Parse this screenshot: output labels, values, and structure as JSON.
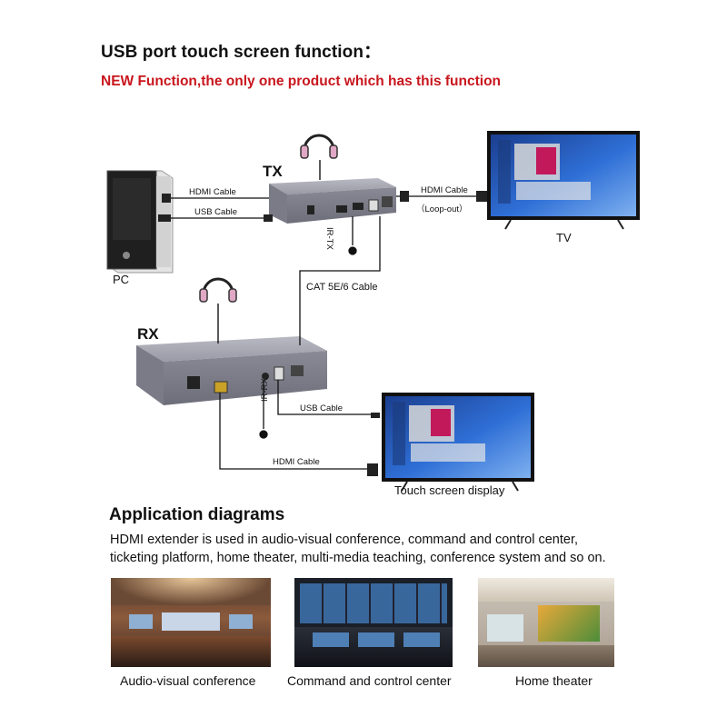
{
  "colors": {
    "accent_red": "#c8161d",
    "device_body": "#8f8f9a",
    "cable": "#111111",
    "screen_blue": "#2a64c8"
  },
  "header": {
    "title": "USB port touch screen function：",
    "subtitle": "NEW Function,the only one product which has this function"
  },
  "diagram": {
    "tx_label": "TX",
    "rx_label": "RX",
    "pc_label": "PC",
    "tv_label": "TV",
    "touch_display_label": "Touch screen display",
    "cables": {
      "pc_hdmi": "HDMI Cable",
      "pc_usb": "USB Cable",
      "tv_hdmi": "HDMI Cable",
      "loop_out": "（Loop-out）",
      "ir_tx": "IR-TX",
      "ir_rx": "IR-RX",
      "cat": "CAT 5E/6 Cable",
      "rx_usb": "USB Cable",
      "rx_hdmi": "HDMI Cable"
    },
    "icons": [
      "headphones-icon",
      "pc-tower-icon",
      "tv-icon",
      "monitor-icon"
    ]
  },
  "application": {
    "heading": "Application diagrams",
    "desc_line1": "HDMI extender is used in audio-visual conference, command and control center,",
    "desc_line2": "ticketing platform, home theater, multi-media teaching, conference system and so on.",
    "photos": [
      {
        "caption": "Audio-visual conference"
      },
      {
        "caption": "Command and control center"
      },
      {
        "caption": "Home theater"
      }
    ]
  }
}
